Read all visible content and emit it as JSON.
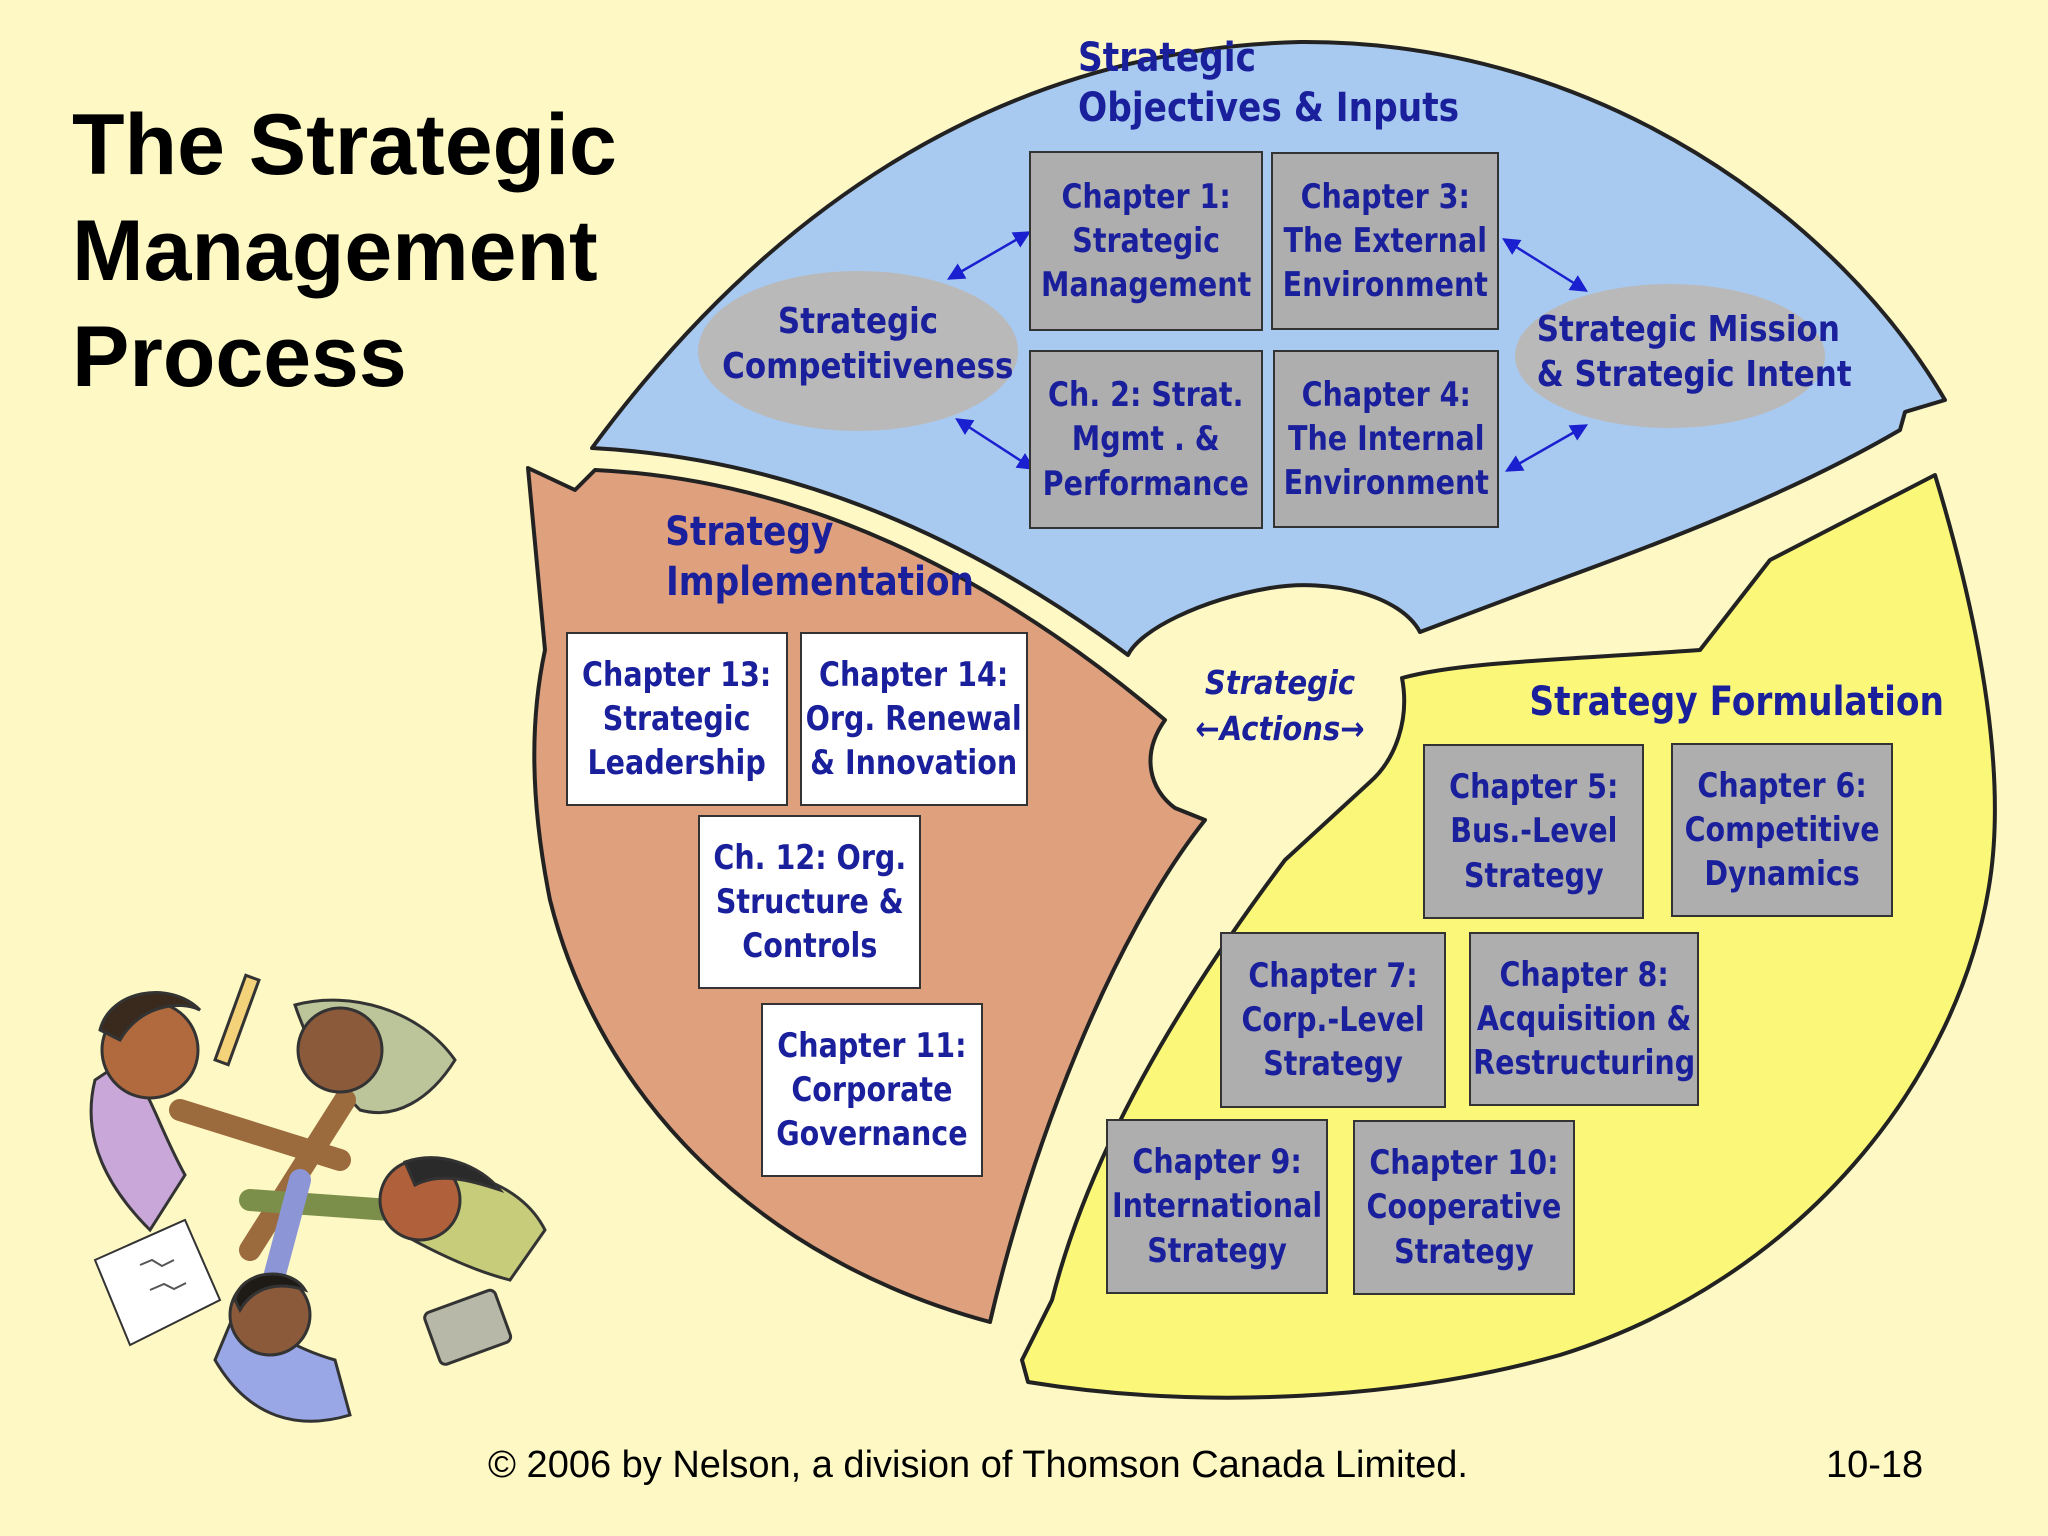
{
  "title_lines": [
    "The Strategic",
    " Management",
    "Process"
  ],
  "sections": {
    "inputs": {
      "line1": "Strategic",
      "line2": "Objectives & Inputs"
    },
    "implementation": {
      "line1": "Strategy",
      "line2": "Implementation"
    },
    "formulation": {
      "line1": "Strategy Formulation"
    }
  },
  "ovals": {
    "competitiveness": {
      "line1": "Strategic",
      "line2": "Competitiveness"
    },
    "mission": {
      "line1": "Strategic Mission",
      "line2": "& Strategic Intent"
    }
  },
  "center": {
    "line1": "Strategic",
    "line2": "←Actions→"
  },
  "chapters": {
    "ch1": [
      "Chapter 1:",
      "Strategic",
      "Management"
    ],
    "ch2": [
      "Ch. 2: Strat.",
      "Mgmt . &",
      "Performance"
    ],
    "ch3": [
      "Chapter 3:",
      "The External",
      "Environment"
    ],
    "ch4": [
      "Chapter 4:",
      "The Internal",
      "Environment"
    ],
    "ch5": [
      "Chapter 5:",
      "Bus.-Level",
      "Strategy"
    ],
    "ch6": [
      "Chapter 6:",
      "Competitive",
      "Dynamics"
    ],
    "ch7": [
      "Chapter 7:",
      "Corp.-Level",
      "Strategy"
    ],
    "ch8": [
      "Chapter 8:",
      "Acquisition &",
      "Restructuring"
    ],
    "ch9": [
      "Chapter 9:",
      "International",
      "Strategy"
    ],
    "ch10": [
      "Chapter 10:",
      "Cooperative",
      "Strategy"
    ],
    "ch11": [
      "Chapter 11:",
      "Corporate",
      "Governance"
    ],
    "ch12": [
      "Ch. 12: Org.",
      "Structure &",
      "Controls"
    ],
    "ch13": [
      "Chapter 13:",
      "Strategic",
      "Leadership"
    ],
    "ch14": [
      "Chapter 14:",
      "Org. Renewal",
      "& Innovation"
    ]
  },
  "footer": {
    "copyright": "© 2006 by Nelson, a division of Thomson Canada Limited.",
    "page": "10-18"
  },
  "colors": {
    "background": "#fdf8c4",
    "inputs_segment": "#a9caf0",
    "implementation_segment": "#dfa07e",
    "formulation_segment": "#fbf879",
    "oval": "#b9b9b9",
    "label_text": "#1a1f9c"
  }
}
